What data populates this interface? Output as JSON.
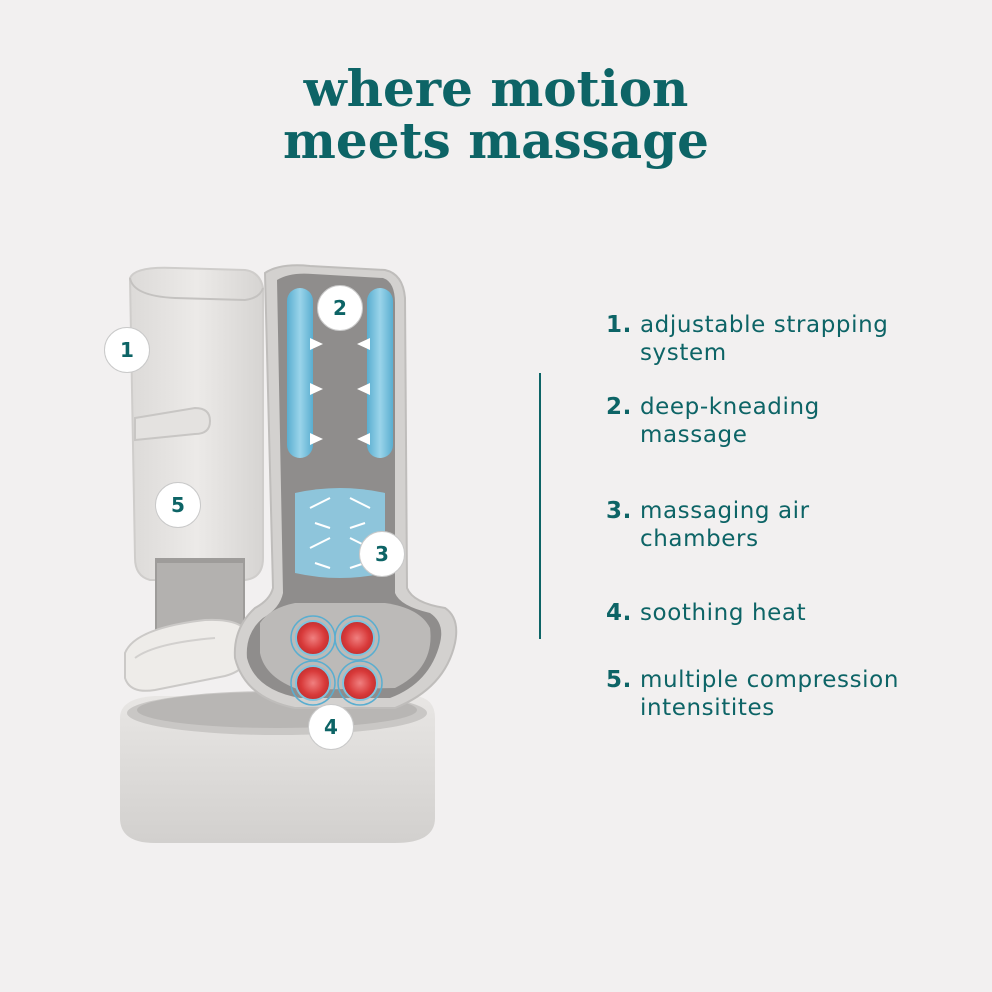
{
  "title": {
    "line1": "where motion",
    "line2": "meets massage"
  },
  "features": [
    {
      "number": "1.",
      "text": "adjustable strapping\nsystem"
    },
    {
      "number": "2.",
      "text": "deep-kneading\nmassage"
    },
    {
      "number": "3.",
      "text": "massaging air\nchambers"
    },
    {
      "number": "4.",
      "text": "soothing heat"
    },
    {
      "number": "5.",
      "text": "multiple compression\nintensitites"
    }
  ],
  "badges": {
    "b1": "1",
    "b2": "2",
    "b3": "3",
    "b4": "4",
    "b5": "5"
  },
  "colors": {
    "accent": "#0d6466",
    "background": "#f2f0f0",
    "air_chamber": "#7fc4de",
    "heat": "#e05050",
    "fabric": "#e6e4e2"
  }
}
